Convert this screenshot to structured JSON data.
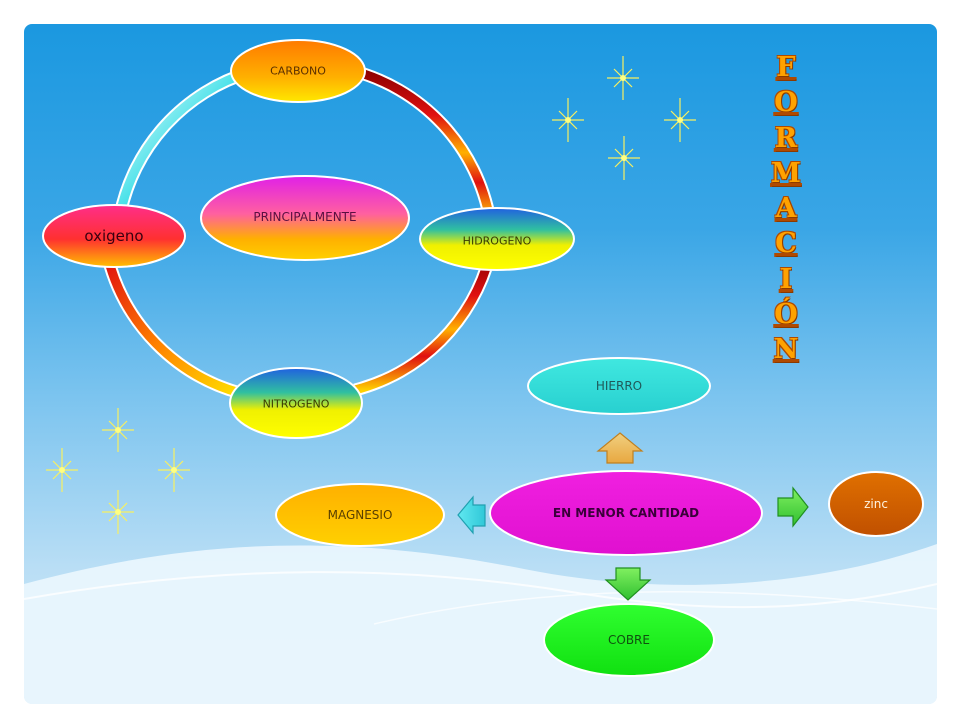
{
  "title": {
    "letters": [
      "F",
      "O",
      "R",
      "M",
      "A",
      "C",
      "I",
      "Ó",
      "N"
    ]
  },
  "cycle": {
    "center": "PRINCIPALMENTE",
    "nodes": {
      "carbono": "CARBONO",
      "hidrogeno": "HIDROGENO",
      "nitrogeno": "NITROGENO",
      "oxigeno": "oxigeno"
    }
  },
  "secondary": {
    "center": "EN MENOR CANTIDAD",
    "nodes": {
      "hierro": "HIERRO",
      "magnesio": "MAGNESIO",
      "zinc": "zinc",
      "cobre": "COBRE"
    }
  },
  "colors": {
    "title_fill": "#ffa200",
    "background_top": "#1b98e0",
    "background_bottom": "#d8ecf8"
  }
}
